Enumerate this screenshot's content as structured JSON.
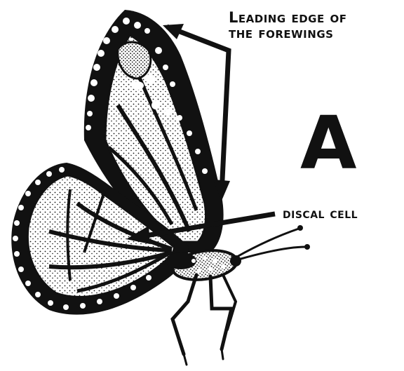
{
  "labels": {
    "leading_edge_line1": "Leading edge of",
    "leading_edge_line2": "the forewings",
    "discal_cell": "discal cell",
    "panel_letter": "A"
  },
  "icons": {
    "subject": "monarch-butterfly-icon"
  },
  "colors": {
    "ink": "#111111",
    "background": "#ffffff"
  }
}
